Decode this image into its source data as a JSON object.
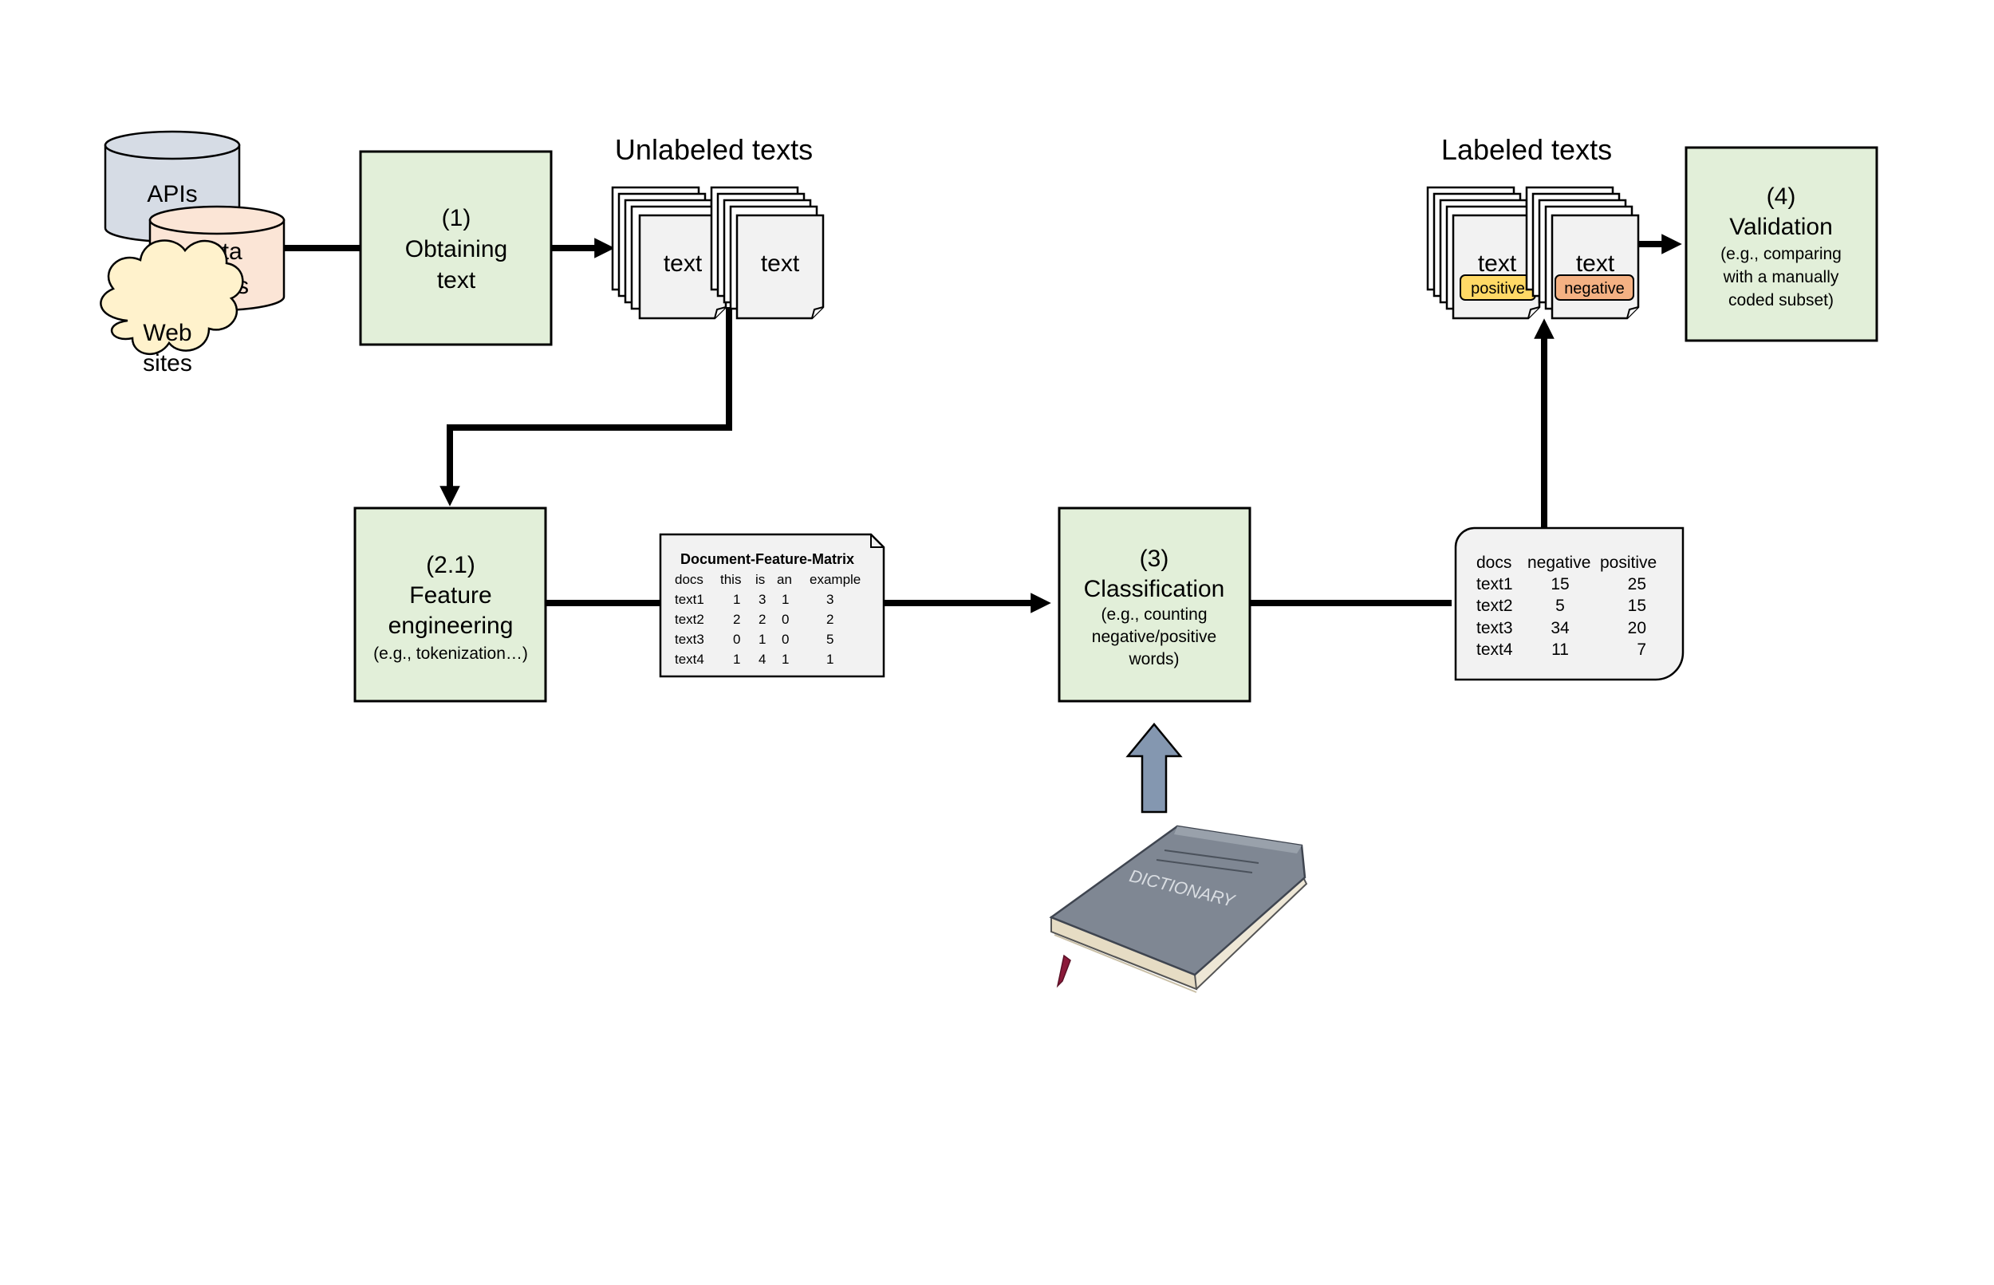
{
  "sources": {
    "apis": "APIs",
    "databases": [
      "Data",
      "bases"
    ],
    "websites": [
      "Web",
      "sites"
    ]
  },
  "step1": {
    "number": "(1)",
    "title_lines": [
      "Obtaining",
      "text"
    ]
  },
  "unlabeled": {
    "heading": "Unlabeled texts",
    "doc_label": "text"
  },
  "step2": {
    "number": "(2.1)",
    "title_lines": [
      "Feature",
      "engineering"
    ],
    "note": "(e.g., tokenization…)"
  },
  "dfm": {
    "title": "Document-Feature-Matrix",
    "headers": [
      "docs",
      "this",
      "is",
      "an",
      "example"
    ],
    "rows": [
      [
        "text1",
        "1",
        "3",
        "1",
        "3"
      ],
      [
        "text2",
        "2",
        "2",
        "0",
        "2"
      ],
      [
        "text3",
        "0",
        "1",
        "0",
        "5"
      ],
      [
        "text4",
        "1",
        "4",
        "1",
        "1"
      ]
    ]
  },
  "step3": {
    "number": "(3)",
    "title": "Classification",
    "note_lines": [
      "(e.g., counting",
      "negative/positive",
      "words)"
    ]
  },
  "dictionary": {
    "label": "DICTIONARY"
  },
  "result_table": {
    "headers": [
      "docs",
      "negative",
      "positive"
    ],
    "rows": [
      [
        "text1",
        "15",
        "25"
      ],
      [
        "text2",
        "5",
        "15"
      ],
      [
        "text3",
        "34",
        "20"
      ],
      [
        "text4",
        "11",
        "7"
      ]
    ]
  },
  "labeled": {
    "heading": "Labeled texts",
    "doc_label": "text",
    "positive_badge": "positive",
    "negative_badge": "negative"
  },
  "step4": {
    "number": "(4)",
    "title": "Validation",
    "note_lines": [
      "(e.g., comparing",
      "with a manually",
      "coded subset)"
    ]
  },
  "colors": {
    "step_box": "#e2efd9",
    "apis_cylinder": "#d6dce5",
    "databases_cylinder": "#fbe5d6",
    "websites_cloud": "#fff2cc",
    "positive_badge": "#ffd966",
    "negative_badge": "#f4b183",
    "arrow_up": "#8497b0",
    "book_cover": "#7f8793"
  }
}
